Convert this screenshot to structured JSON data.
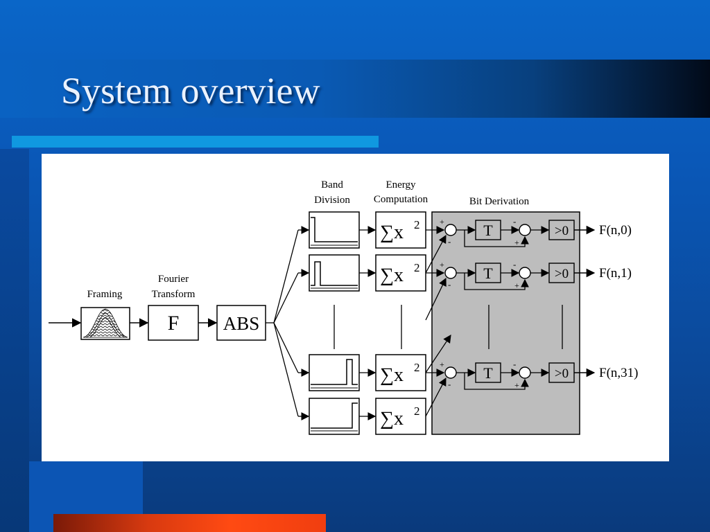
{
  "slide": {
    "title": "System overview"
  },
  "diagram": {
    "framing_label": "Framing",
    "fourier_label_line1": "Fourier",
    "fourier_label_line2": "Transform",
    "fourier_box": "F",
    "abs_box": "ABS",
    "band_label_line1": "Band",
    "band_label_line2": "Division",
    "energy_label_line1": "Energy",
    "energy_label_line2": "Computation",
    "bit_label": "Bit Derivation",
    "energy_symbol": "∑x",
    "energy_exponent": "2",
    "delay_box": "T",
    "threshold_box": ">0",
    "plus_sign": "+",
    "minus_sign": "-",
    "outputs": [
      "F(n,0)",
      "F(n,1)",
      "F(n,31)"
    ]
  },
  "colors": {
    "bit_derivation_fill": "#bdbdbd",
    "accent_bar": "#ff4a12"
  }
}
